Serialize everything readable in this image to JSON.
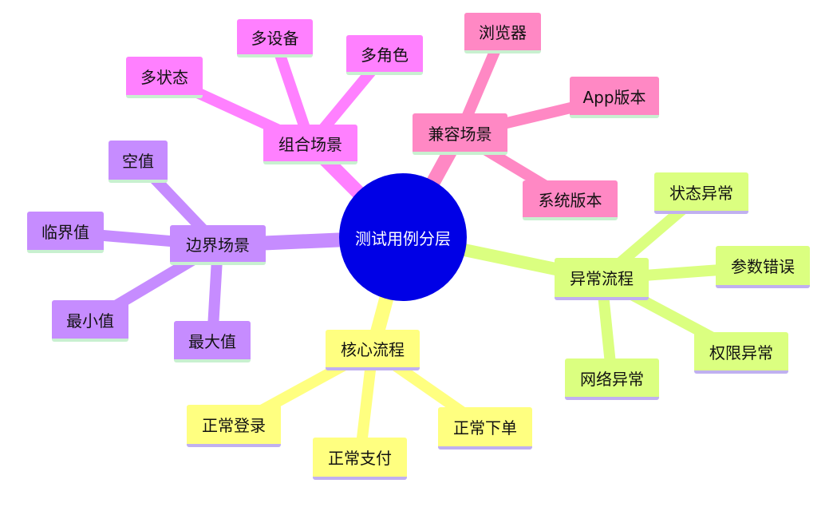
{
  "center": {
    "label": "测试用例分层",
    "color": "#0000e6"
  },
  "branches": [
    {
      "label": "组合场景",
      "color": "#ff80ff",
      "underline": "#c8f0d0",
      "children": [
        {
          "label": "多设备"
        },
        {
          "label": "多角色"
        },
        {
          "label": "多状态"
        }
      ]
    },
    {
      "label": "兼容场景",
      "color": "#ff88c4",
      "underline": "#c8f0d0",
      "children": [
        {
          "label": "浏览器"
        },
        {
          "label": "App版本"
        },
        {
          "label": "系统版本"
        }
      ]
    },
    {
      "label": "边界场景",
      "color": "#c68cff",
      "underline": "#c8f0d0",
      "children": [
        {
          "label": "空值"
        },
        {
          "label": "临界值"
        },
        {
          "label": "最小值"
        },
        {
          "label": "最大值"
        }
      ]
    },
    {
      "label": "异常流程",
      "color": "#dbff80",
      "underline": "#c0b0f0",
      "children": [
        {
          "label": "状态异常"
        },
        {
          "label": "参数错误"
        },
        {
          "label": "权限异常"
        },
        {
          "label": "网络异常"
        }
      ]
    },
    {
      "label": "核心流程",
      "color": "#ffff80",
      "underline": "#c0b0f0",
      "children": [
        {
          "label": "正常登录"
        },
        {
          "label": "正常支付"
        },
        {
          "label": "正常下单"
        }
      ]
    }
  ]
}
